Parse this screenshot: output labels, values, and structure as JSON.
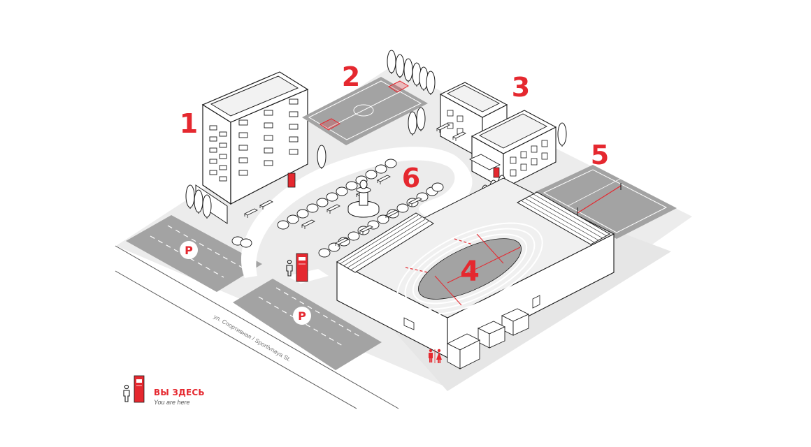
{
  "map": {
    "zones": [
      {
        "number": "1"
      },
      {
        "number": "2"
      },
      {
        "number": "3"
      },
      {
        "number": "4"
      },
      {
        "number": "5"
      },
      {
        "number": "6"
      }
    ],
    "parking": [
      {
        "symbol": "P"
      },
      {
        "symbol": "P"
      }
    ],
    "street_label": "ул. Спортивная / Sportivnaya St.",
    "colors": {
      "accent": "#e5282f",
      "ground": "#ececec",
      "asphalt": "#a3a3a3",
      "outline": "#1a1a1a"
    }
  },
  "legend": {
    "title": "ВЫ ЗДЕСЬ",
    "subtitle": "You are here",
    "icon": "you-are-here-sign-icon"
  }
}
